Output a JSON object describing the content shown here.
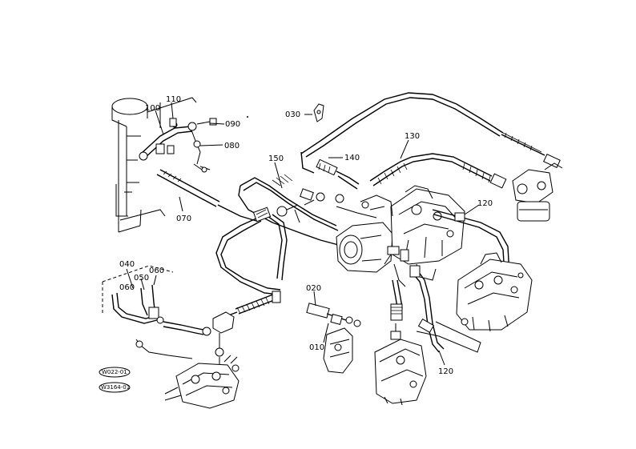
{
  "parts": {
    "p110": "110",
    "p100": "100",
    "p090": "090",
    "p080": "080",
    "p070": "070",
    "p030": "030",
    "p150": "150",
    "p140": "140",
    "p130": "130",
    "p120a": "120",
    "p120b": "120",
    "p040": "040",
    "p060a": "060",
    "p050": "050",
    "p060b": "060",
    "p020": "020",
    "p010": "010"
  },
  "refs": {
    "ref1": "W022-01",
    "ref2": "W3164-01"
  }
}
